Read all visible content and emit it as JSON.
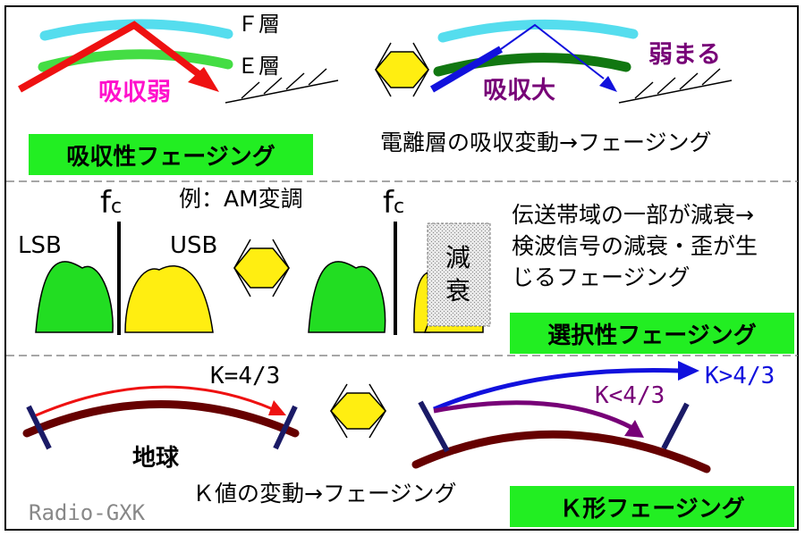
{
  "section1": {
    "f_layer": "Ｆ層",
    "e_layer": "Ｅ層",
    "absorb_weak": "吸収弱",
    "absorb_large": "吸収大",
    "weakens": "弱まる",
    "title": "吸収性フェージング",
    "caption": "電離層の吸収変動→フェージング"
  },
  "section2": {
    "example": "例：AM変調",
    "fc": "f",
    "fc_sub": "c",
    "lsb": "LSB",
    "usb": "USB",
    "attenuation_1": "減",
    "attenuation_2": "衰",
    "desc_line1": "伝送帯域の一部が減衰→",
    "desc_line2": "検波信号の減衰・歪が生",
    "desc_line3": "じるフェージング",
    "title": "選択性フェージング"
  },
  "section3": {
    "k_equal": "K=4/3",
    "k_greater": "K>4/3",
    "k_less": "K<4/3",
    "earth": "地球",
    "caption": "Ｋ値の変動→フェージング",
    "title": "Ｋ形フェージング",
    "watermark": "Radio-GXK"
  },
  "colors": {
    "f_layer": "#55ddee",
    "e_layer_light": "#44dd44",
    "e_layer_dark": "#117711",
    "red_ray": "#ee1111",
    "blue_ray": "#1111dd",
    "magenta_text": "#ff11cc",
    "purple": "#770077",
    "yellow": "#ffee11",
    "earth": "#660000",
    "antenna": "#1a1a66",
    "title_box": "#22ee22"
  }
}
